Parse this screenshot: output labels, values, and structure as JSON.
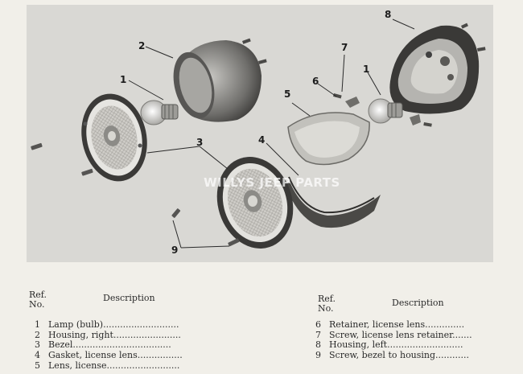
{
  "watermark": "WILLYS JEEP PARTS",
  "callouts": {
    "c1a": "1",
    "c1b": "1",
    "c2": "2",
    "c3": "3",
    "c4": "4",
    "c5": "5",
    "c6": "6",
    "c7": "7",
    "c8": "8",
    "c9": "9"
  },
  "parts_table": {
    "ref_header_line1": "Ref.",
    "ref_header_line2": "No.",
    "description_header": "Description",
    "left": [
      {
        "ref": "1",
        "text": "Lamp (bulb)..........................."
      },
      {
        "ref": "2",
        "text": "Housing, right........................"
      },
      {
        "ref": "3",
        "text": "Bezel..................................."
      },
      {
        "ref": "4",
        "text": "Gasket, license lens................"
      },
      {
        "ref": "5",
        "text": "Lens, license.........................."
      }
    ],
    "right": [
      {
        "ref": "6",
        "text": "Retainer, license lens.............."
      },
      {
        "ref": "7",
        "text": "Screw, license lens retainer......."
      },
      {
        "ref": "8",
        "text": "Housing, left..........................."
      },
      {
        "ref": "9",
        "text": "Screw, bezel to housing............"
      }
    ]
  }
}
